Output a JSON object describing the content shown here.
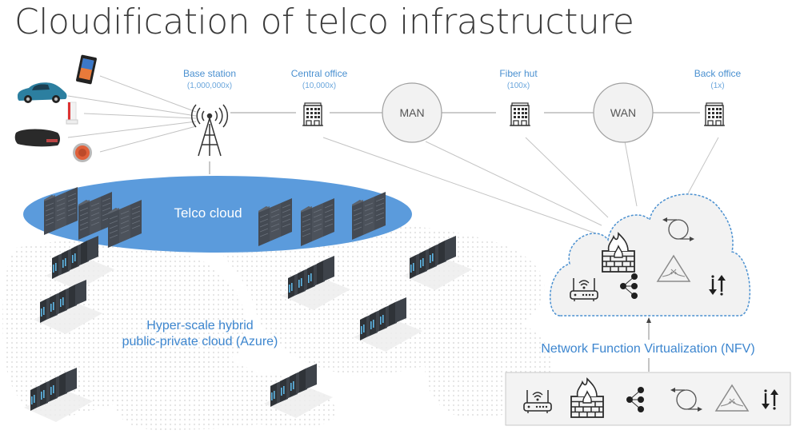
{
  "title": "Cloudification of telco infrastructure",
  "colors": {
    "accent_blue": "#3d86cf",
    "telco_cloud_fill": "#5b9bdc",
    "line_gray": "#b9b9b9",
    "icon_dark": "#2b2b2b",
    "circle_fill": "#f1f1f1",
    "nfv_cloud_border": "#4a90d0"
  },
  "devices": [
    {
      "name": "smartphone",
      "icon": "phone-icon"
    },
    {
      "name": "car",
      "icon": "car-icon"
    },
    {
      "name": "router-device",
      "icon": "router-device-icon"
    },
    {
      "name": "vr-headset",
      "icon": "headset-icon"
    },
    {
      "name": "thermostat",
      "icon": "thermostat-icon"
    }
  ],
  "nodes": [
    {
      "id": "base-station",
      "label": "Base station",
      "scale": "(1,000,000x)",
      "icon": "cell-tower-icon"
    },
    {
      "id": "central-office",
      "label": "Central office",
      "scale": "(10,000x)",
      "icon": "building-icon"
    },
    {
      "id": "man",
      "label": "MAN",
      "icon": "network-circle"
    },
    {
      "id": "fiber-hut",
      "label": "Fiber hut",
      "scale": "(100x)",
      "icon": "building-icon"
    },
    {
      "id": "wan",
      "label": "WAN",
      "icon": "network-circle"
    },
    {
      "id": "back-office",
      "label": "Back office",
      "scale": "(1x)",
      "icon": "building-icon"
    }
  ],
  "telco_cloud": {
    "label": "Telco cloud"
  },
  "hyperscale": {
    "line1": "Hyper-scale hybrid",
    "line2": "public-private cloud (Azure)"
  },
  "nfv": {
    "label": "Network Function Virtualization (NFV)",
    "functions": [
      {
        "name": "router",
        "icon": "wifi-router-icon"
      },
      {
        "name": "firewall",
        "icon": "firewall-icon"
      },
      {
        "name": "load-balancer",
        "icon": "share-nodes-icon"
      },
      {
        "name": "loop",
        "icon": "cycle-arrows-icon"
      },
      {
        "name": "wan-optimizer",
        "icon": "triangle-icon"
      },
      {
        "name": "traffic",
        "icon": "up-down-arrows-icon"
      }
    ]
  }
}
